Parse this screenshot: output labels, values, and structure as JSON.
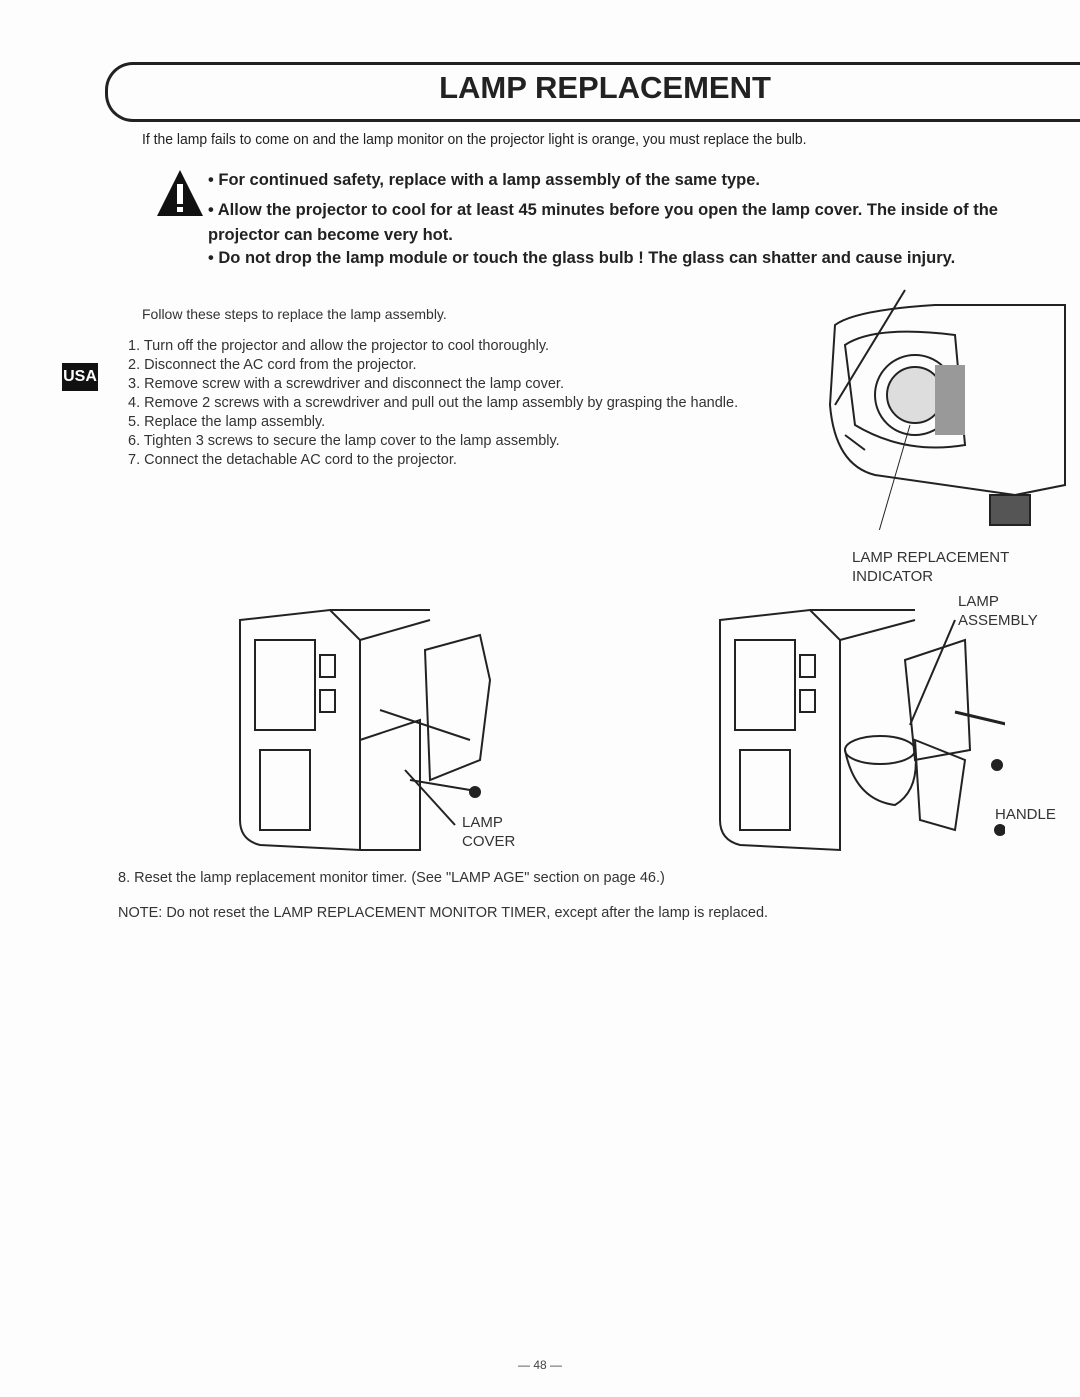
{
  "title": "LAMP REPLACEMENT",
  "intro": "If the lamp fails to come on and the lamp monitor on the projector light is orange, you must replace the bulb.",
  "warnings": [
    "• For continued safety, replace with a lamp assembly of the same type.",
    "• Allow the projector to cool for at least 45 minutes before you open the lamp cover. The inside of the projector can become very hot.",
    "• Do not drop the lamp module or touch the glass bulb ! The glass can shatter and cause injury."
  ],
  "follow": "Follow these steps to replace the lamp assembly.",
  "region_badge": "USA",
  "steps": [
    "1. Turn off the projector and allow the projector to cool thoroughly.",
    "2. Disconnect the AC cord from the projector.",
    "3. Remove  screw with a screwdriver and disconnect the lamp cover.",
    "4. Remove 2 screws with a screwdriver and pull out the lamp assembly by grasping the handle.",
    "5. Replace the lamp assembly.",
    "6. Tighten 3 screws to secure the lamp cover to the lamp assembly.",
    "7. Connect the detachable AC cord to the projector."
  ],
  "labels": {
    "indicator_1": "LAMP REPLACEMENT",
    "indicator_2": "INDICATOR",
    "cover_1": "LAMP",
    "cover_2": "COVER",
    "assembly_1": "LAMP",
    "assembly_2": "ASSEMBLY",
    "handle": "HANDLE"
  },
  "step8": "8. Reset the lamp replacement monitor timer. (See \"LAMP AGE\" section on page 46.)",
  "note": "NOTE: Do not reset the LAMP REPLACEMENT MONITOR TIMER, except  after the lamp is replaced.",
  "page_number": "— 48 —"
}
